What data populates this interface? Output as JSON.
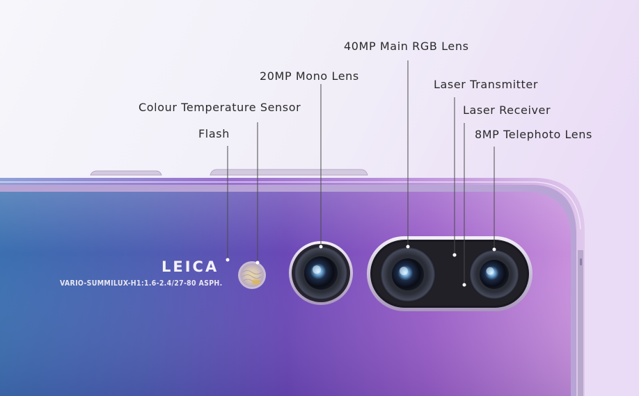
{
  "labels": {
    "main_rgb": "40MP Main RGB Lens",
    "mono": "20MP Mono Lens",
    "laser_tx": "Laser Transmitter",
    "color_temp": "Colour Temperature Sensor",
    "laser_rx": "Laser Receiver",
    "flash": "Flash",
    "telephoto": "8MP Telephoto Lens"
  },
  "branding": {
    "name": "LEICA",
    "lens_spec": "VARIO-SUMMILUX-H1:1.6-2.4/27-80 ASPH."
  },
  "colors": {
    "background_top": "#f3f1f8",
    "phone_blue": "#3f67a8",
    "phone_purple": "#7d3fb8",
    "phone_pink": "#c890d8",
    "lens_frame": "#e8e4ee",
    "label_text": "#2a2a2a"
  }
}
